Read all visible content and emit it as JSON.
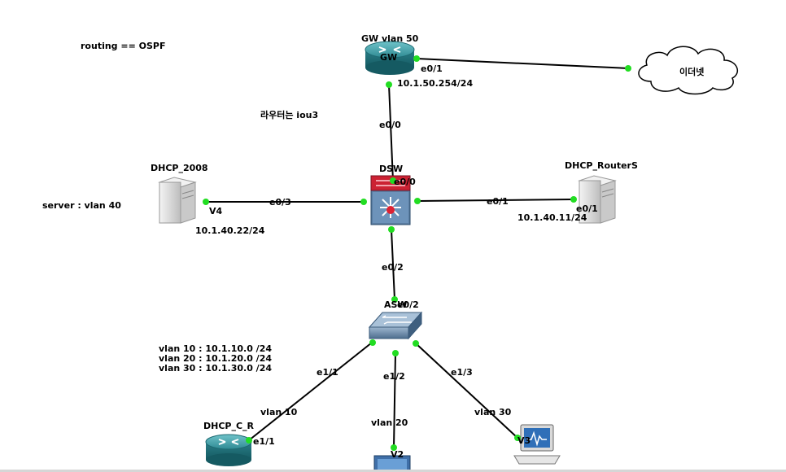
{
  "notes": {
    "routing": "routing == OSPF",
    "router_image": "라우터는 iou3",
    "server_vlan": "server : vlan 40",
    "vlan10": "vlan 10 : 10.1.10.0 /24",
    "vlan20": "vlan 20 : 10.1.20.0 /24",
    "vlan30": "vlan 30 : 10.1.30.0 /24"
  },
  "nodes": {
    "gw": {
      "title": "GW vlan 50",
      "icon_label": "GW",
      "ip": "10.1.50.254/24"
    },
    "internet": {
      "label": "이더넷"
    },
    "dsw": {
      "label": "DSW"
    },
    "asw": {
      "label": "ASW"
    },
    "dhcp2008": {
      "label": "DHCP_2008",
      "tag": "V4",
      "ip": "10.1.40.22/24"
    },
    "dhcp_routers": {
      "label": "DHCP_RouterS",
      "ip": "10.1.40.11/24"
    },
    "dhcp_c_r": {
      "label": "DHCP_C_R"
    },
    "v2": {
      "label": "V2"
    },
    "v3": {
      "label": "V3"
    }
  },
  "ports": {
    "gw_e01": "e0/1",
    "gw_dsw_e00": "e0/0",
    "dsw_e00": "e0/0",
    "dsw_e03": "e0/3",
    "dsw_e01": "e0/1",
    "dhcp_routers_e01": "e0/1",
    "dsw_e02": "e0/2",
    "asw_e02": "e0/2",
    "asw_e11": "e1/1",
    "asw_e12": "e1/2",
    "asw_e13": "e1/3",
    "vlan10_link": "vlan 10",
    "vlan20_link": "vlan 20",
    "vlan30_link": "vlan 30",
    "dhcp_c_r_e11": "e1/1"
  },
  "colors": {
    "link": "#000000",
    "link_dot": "#22dd22",
    "router_body": "#2f8a93",
    "switch_body": "#5f7f9f",
    "l3switch_red": "#cc2233",
    "server_body": "#e2e2e2"
  }
}
